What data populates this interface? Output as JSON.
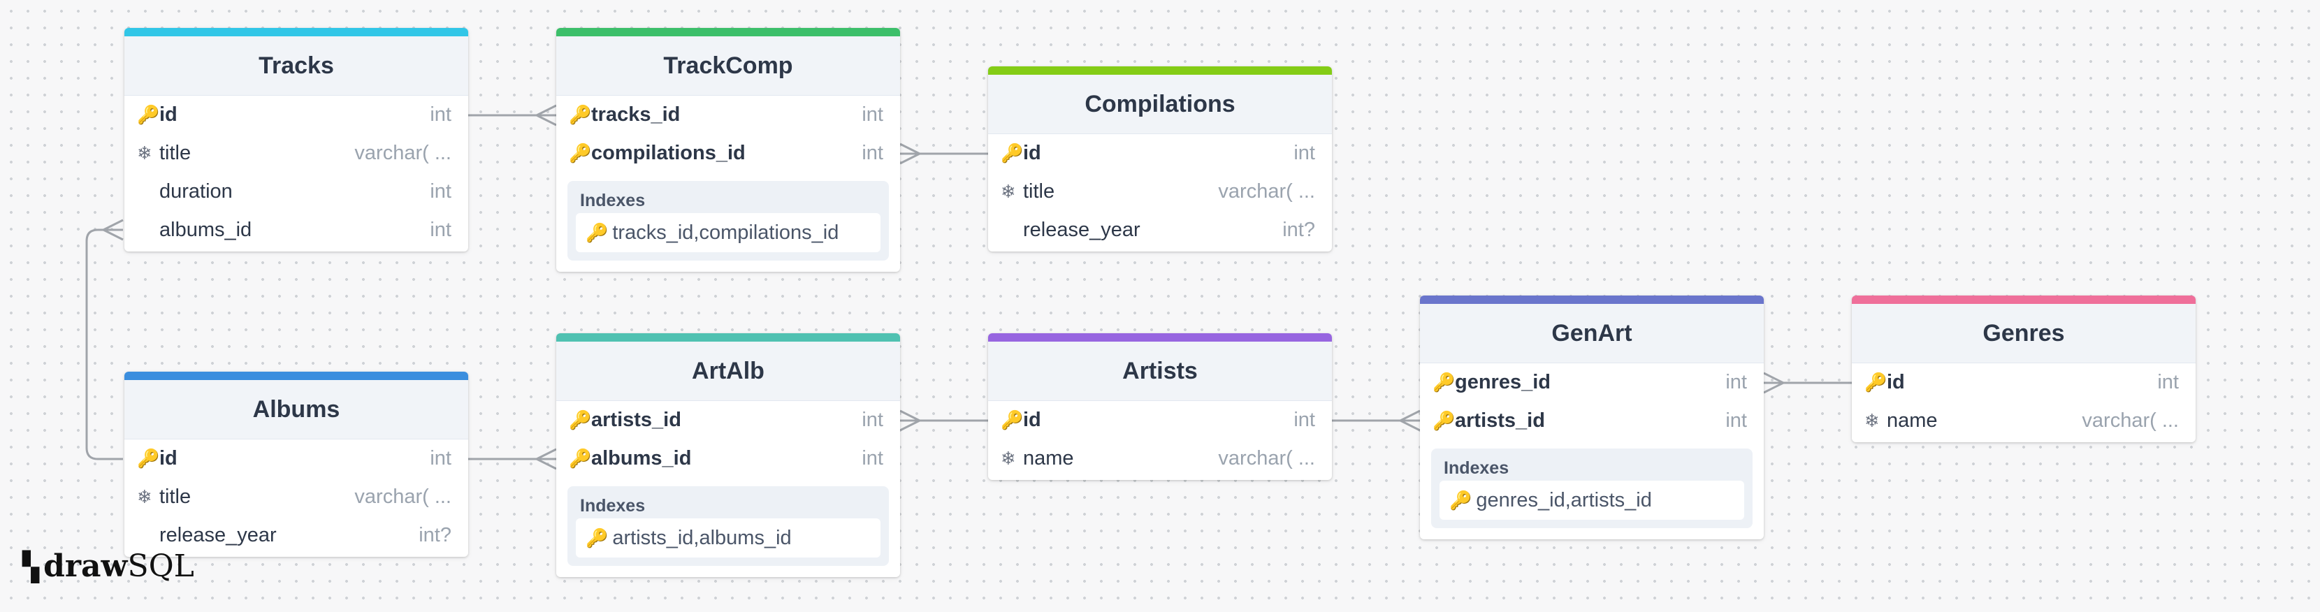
{
  "tables": {
    "tracks": {
      "name": "Tracks",
      "color": "#31c6e7",
      "columns": [
        {
          "icon": "🔑",
          "name": "id",
          "type": "int"
        },
        {
          "icon": "❄",
          "name": "title",
          "type": "varchar( ..."
        },
        {
          "icon": "",
          "name": "duration",
          "type": "int"
        },
        {
          "icon": "",
          "name": "albums_id",
          "type": "int"
        }
      ]
    },
    "trackcomp": {
      "name": "TrackComp",
      "color": "#3cbf6a",
      "columns": [
        {
          "icon": "🔑",
          "name": "tracks_id",
          "type": "int"
        },
        {
          "icon": "🔑",
          "name": "compilations_id",
          "type": "int"
        }
      ],
      "indexes_label": "Indexes",
      "index": "tracks_id,compilations_id"
    },
    "compilations": {
      "name": "Compilations",
      "color": "#84cc16",
      "columns": [
        {
          "icon": "🔑",
          "name": "id",
          "type": "int"
        },
        {
          "icon": "❄",
          "name": "title",
          "type": "varchar( ..."
        },
        {
          "icon": "",
          "name": "release_year",
          "type": "int?"
        }
      ]
    },
    "albums": {
      "name": "Albums",
      "color": "#3b8ede",
      "columns": [
        {
          "icon": "🔑",
          "name": "id",
          "type": "int"
        },
        {
          "icon": "❄",
          "name": "title",
          "type": "varchar( ..."
        },
        {
          "icon": "",
          "name": "release_year",
          "type": "int?"
        }
      ]
    },
    "artalb": {
      "name": "ArtAlb",
      "color": "#4fc1b1",
      "columns": [
        {
          "icon": "🔑",
          "name": "artists_id",
          "type": "int"
        },
        {
          "icon": "🔑",
          "name": "albums_id",
          "type": "int"
        }
      ],
      "indexes_label": "Indexes",
      "index": "artists_id,albums_id"
    },
    "artists": {
      "name": "Artists",
      "color": "#9765e0",
      "columns": [
        {
          "icon": "🔑",
          "name": "id",
          "type": "int"
        },
        {
          "icon": "❄",
          "name": "name",
          "type": "varchar( ..."
        }
      ]
    },
    "genart": {
      "name": "GenArt",
      "color": "#6a75cc",
      "columns": [
        {
          "icon": "🔑",
          "name": "genres_id",
          "type": "int"
        },
        {
          "icon": "🔑",
          "name": "artists_id",
          "type": "int"
        }
      ],
      "indexes_label": "Indexes",
      "index": "genres_id,artists_id"
    },
    "genres": {
      "name": "Genres",
      "color": "#ef6f9a",
      "columns": [
        {
          "icon": "🔑",
          "name": "id",
          "type": "int"
        },
        {
          "icon": "❄",
          "name": "name",
          "type": "varchar( ..."
        }
      ]
    }
  },
  "relation_line_color": "#a0a4aa",
  "logo": {
    "draw": "draw",
    "sql": "SQL"
  }
}
